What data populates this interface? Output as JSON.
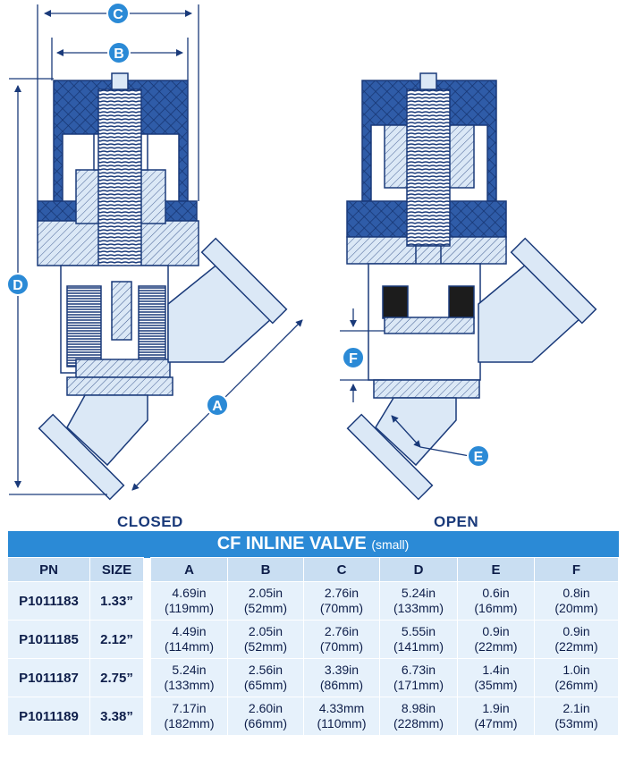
{
  "figure": {
    "dimension_labels": [
      "C",
      "B",
      "D",
      "A",
      "F",
      "E"
    ],
    "captions": {
      "closed": "CLOSED",
      "open": "OPEN"
    },
    "colors": {
      "outline": "#1a3a7a",
      "body_fill": "#dbe8f6",
      "knob": "#2f5ca8",
      "accent": "#2b8ad6"
    }
  },
  "table": {
    "title": "CF INLINE VALVE",
    "subtitle": "(small)",
    "headers": [
      "PN",
      "SIZE",
      "A",
      "B",
      "C",
      "D",
      "E",
      "F"
    ],
    "rows": [
      {
        "pn": "P1011183",
        "size": "1.33”",
        "a": [
          "4.69in",
          "(119mm)"
        ],
        "b": [
          "2.05in",
          "(52mm)"
        ],
        "c": [
          "2.76in",
          "(70mm)"
        ],
        "d": [
          "5.24in",
          "(133mm)"
        ],
        "e": [
          "0.6in",
          "(16mm)"
        ],
        "f": [
          "0.8in",
          "(20mm)"
        ]
      },
      {
        "pn": "P1011185",
        "size": "2.12”",
        "a": [
          "4.49in",
          "(114mm)"
        ],
        "b": [
          "2.05in",
          "(52mm)"
        ],
        "c": [
          "2.76in",
          "(70mm)"
        ],
        "d": [
          "5.55in",
          "(141mm)"
        ],
        "e": [
          "0.9in",
          "(22mm)"
        ],
        "f": [
          "0.9in",
          "(22mm)"
        ]
      },
      {
        "pn": "P1011187",
        "size": "2.75”",
        "a": [
          "5.24in",
          "(133mm)"
        ],
        "b": [
          "2.56in",
          "(65mm)"
        ],
        "c": [
          "3.39in",
          "(86mm)"
        ],
        "d": [
          "6.73in",
          "(171mm)"
        ],
        "e": [
          "1.4in",
          "(35mm)"
        ],
        "f": [
          "1.0in",
          "(26mm)"
        ]
      },
      {
        "pn": "P1011189",
        "size": "3.38”",
        "a": [
          "7.17in",
          "(182mm)"
        ],
        "b": [
          "2.60in",
          "(66mm)"
        ],
        "c": [
          "4.33mm",
          "(110mm)"
        ],
        "d": [
          "8.98in",
          "(228mm)"
        ],
        "e": [
          "1.9in",
          "(47mm)"
        ],
        "f": [
          "2.1in",
          "(53mm)"
        ]
      }
    ]
  }
}
